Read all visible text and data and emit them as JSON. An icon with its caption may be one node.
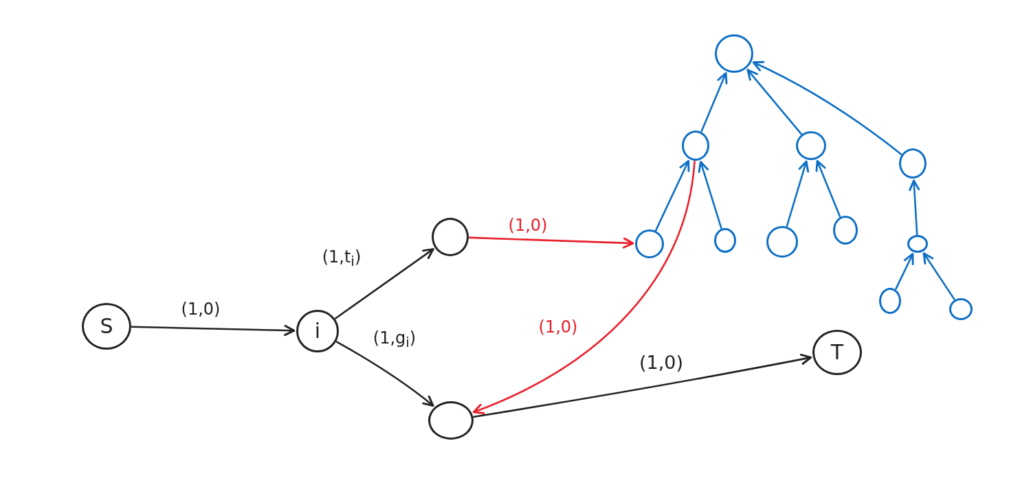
{
  "diagram": {
    "nodes": [
      {
        "text": [
          "S"
        ]
      },
      {
        "text": [
          "i"
        ]
      },
      {
        "text": [],
        "shape": "circle"
      },
      {
        "text": [],
        "shape": "circle"
      },
      {
        "text": [
          "T"
        ]
      },
      {
        "text": [],
        "shape": "circle"
      },
      {
        "text": [],
        "shape": "circle"
      },
      {
        "text": [],
        "shape": "circle"
      },
      {
        "text": [],
        "shape": "circle"
      },
      {
        "text": [],
        "shape": "circle"
      },
      {
        "text": [],
        "shape": "circle"
      },
      {
        "text": [],
        "shape": "circle"
      },
      {
        "text": [],
        "shape": "circle"
      },
      {
        "text": [],
        "shape": "circle"
      },
      {
        "text": [],
        "shape": "circle"
      },
      {
        "text": [],
        "shape": "circle"
      }
    ],
    "edges": [
      {
        "from": 0,
        "to": 1,
        "arrow": "to",
        "label": "(1,0)",
        "color": "#222222"
      },
      {
        "from": 1,
        "to": 2,
        "arrow": "to",
        "label": "(1,t$_{i}$)",
        "color": "#222222"
      },
      {
        "from": 1,
        "to": 3,
        "arrow": "to",
        "label": "(1,g$_{i}$)",
        "color": "#222222"
      },
      {
        "from": 2,
        "to": 9,
        "arrow": "to",
        "label": "(1,0)",
        "color": "#e8202a"
      },
      {
        "from": 6,
        "to": 3,
        "arrow": "to",
        "label": "(1,0)",
        "color": "#e8202a"
      },
      {
        "from": 3,
        "to": 4,
        "arrow": "to",
        "label": "(1,0)",
        "color": "#222222"
      },
      {
        "from": 6,
        "to": 5,
        "arrow": "to"
      },
      {
        "from": 7,
        "to": 5,
        "arrow": "to"
      },
      {
        "from": 8,
        "to": 5,
        "arrow": "to"
      },
      {
        "from": 9,
        "to": 6,
        "arrow": "to"
      },
      {
        "from": 10,
        "to": 6,
        "arrow": "to"
      },
      {
        "from": 11,
        "to": 7,
        "arrow": "to"
      },
      {
        "from": 12,
        "to": 7,
        "arrow": "to"
      },
      {
        "from": 13,
        "to": 8,
        "arrow": "to"
      },
      {
        "from": 14,
        "to": 13,
        "arrow": "to"
      },
      {
        "from": 15,
        "to": 13,
        "arrow": "to"
      }
    ]
  }
}
